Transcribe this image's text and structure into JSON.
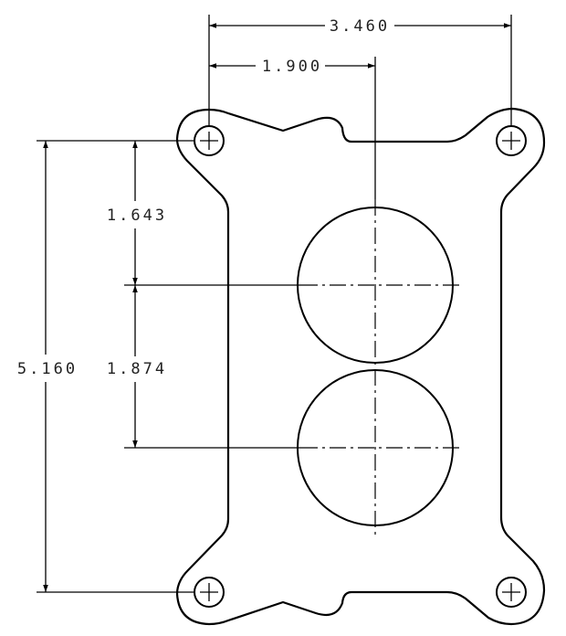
{
  "drawing": {
    "title": "2-barrel carburetor gasket / base plate",
    "line_color": "#000000",
    "background": "#ffffff"
  },
  "dimensions": {
    "overall_width": "3.460",
    "bore_offset_x": "1.900",
    "overall_height": "5.160",
    "top_to_upper_bore": "1.643",
    "bore_spacing": "1.874"
  },
  "features": {
    "mounting_holes": [
      "top-left",
      "top-right",
      "bottom-left",
      "bottom-right"
    ],
    "bores": [
      "upper-bore",
      "lower-bore"
    ]
  }
}
